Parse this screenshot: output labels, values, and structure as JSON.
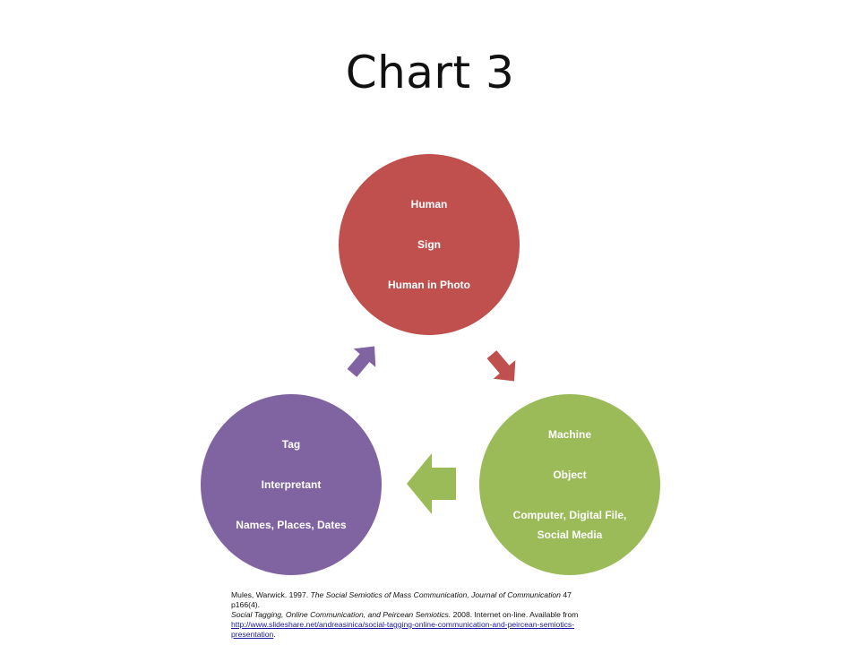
{
  "title": "Chart 3",
  "colors": {
    "human": "#c0504d",
    "machine": "#9bbb59",
    "tag": "#8064a2"
  },
  "nodes": {
    "human": {
      "line1": "Human",
      "line2": "Sign",
      "line3": "Human in Photo"
    },
    "machine": {
      "line1": "Machine",
      "line2": "Object",
      "line3a": "Computer, Digital File,",
      "line3b": "Social Media"
    },
    "tag": {
      "line1": "Tag",
      "line2": "Interpretant",
      "line3": "Names, Places, Dates"
    }
  },
  "references": {
    "ref1_author": "Mules, Warwick. 1997.",
    "ref1_title": "The Social Semiotics of Mass Communication, Journal of Communication",
    "ref1_tail": "47",
    "ref1_pages": "p166(4).",
    "ref2_title": "Social Tagging, Online Communication, and Peircean Semiotics.",
    "ref2_tail": "2008. Internet on-line. Available from",
    "ref2_link_a": "http://www.slideshare.net/andreasinica/social-tagging-online-communication-and-peircean-semiotics-",
    "ref2_link_b": "presentation",
    "ref2_end": "."
  }
}
